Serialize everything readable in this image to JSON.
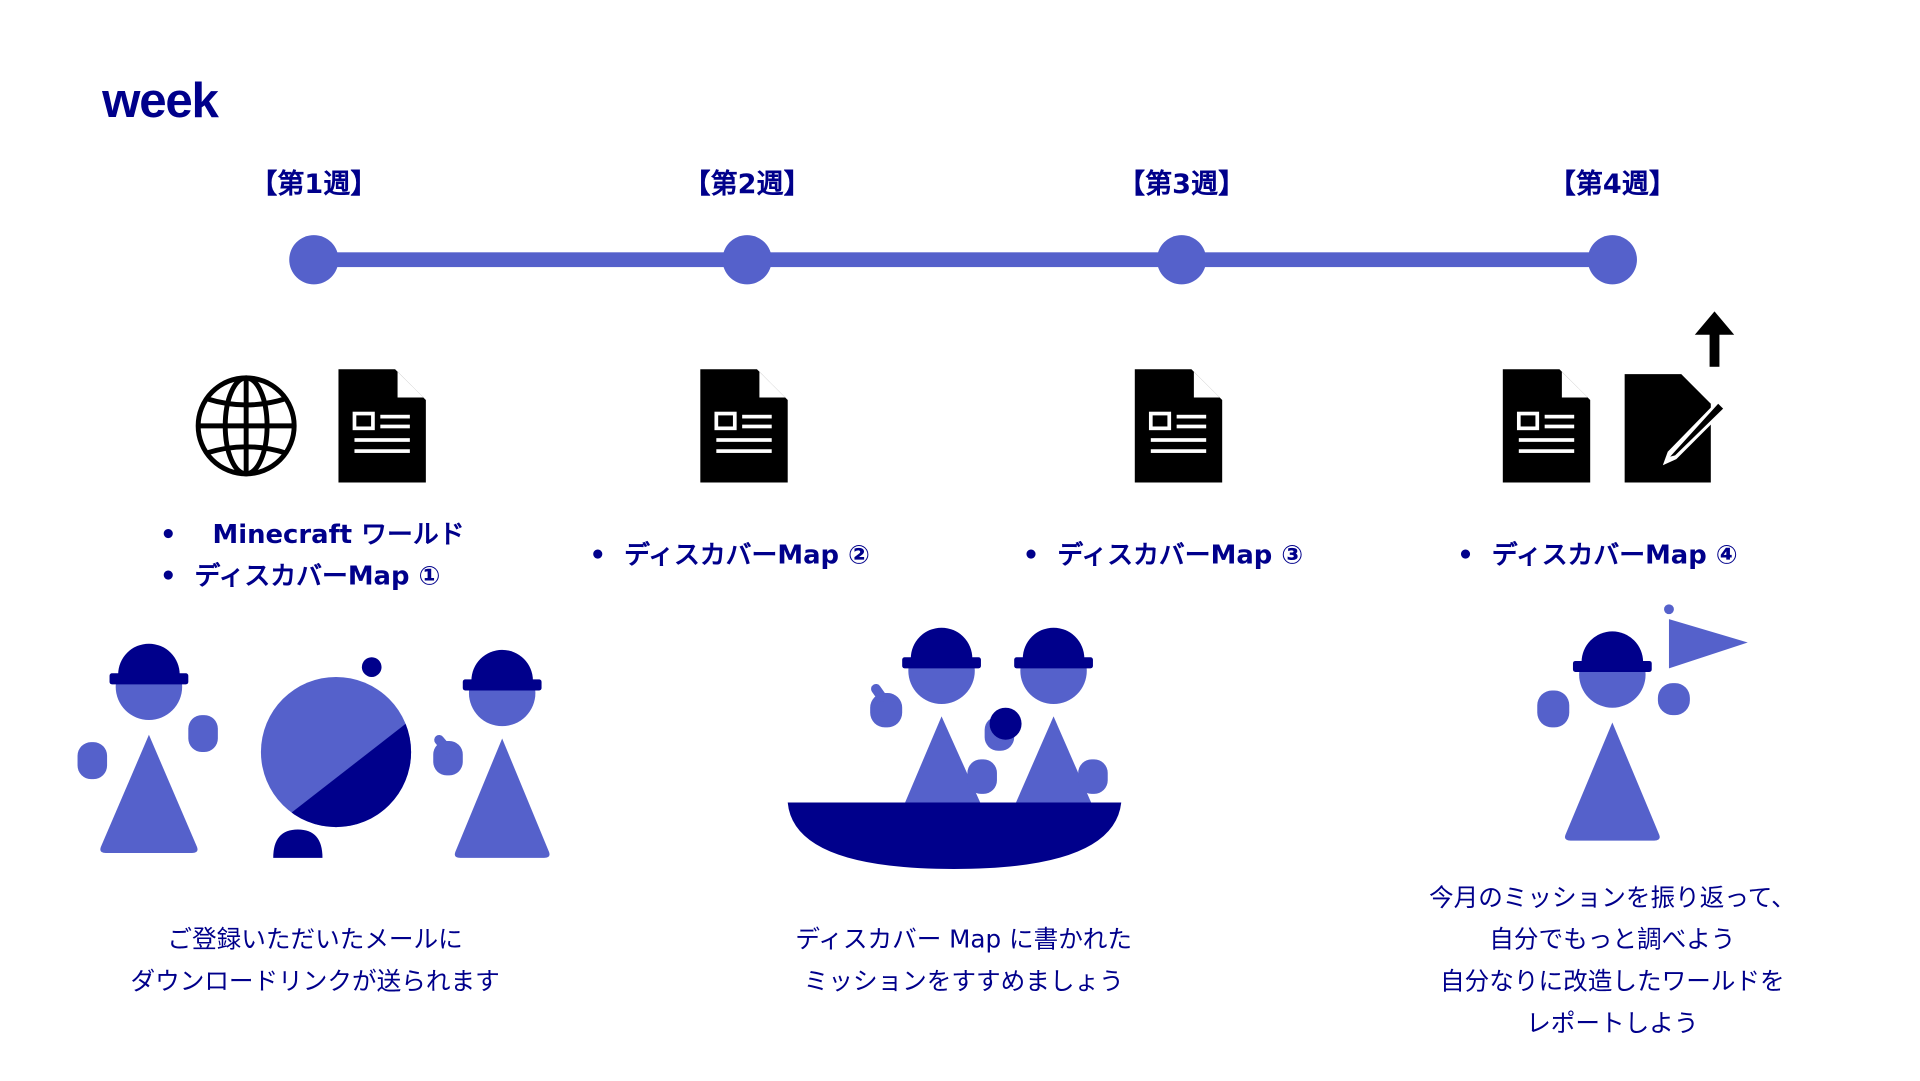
{
  "title": "week",
  "weeks": [
    {
      "label": "【第1週】",
      "items": [
        "Minecraft ワールド",
        "ディスカバーMap ①"
      ],
      "description": [
        "ご登録いただいたメールに",
        "ダウンロードリンクが送られます"
      ]
    },
    {
      "label": "【第2週】",
      "items": [
        "ディスカバーMap ②"
      ],
      "description": [
        "ディスカバー Map に書かれた",
        "ミッションをすすめましょう"
      ]
    },
    {
      "label": "【第3週】",
      "items": [
        "ディスカバーMap ③"
      ]
    },
    {
      "label": "【第4週】",
      "items": [
        "ディスカバーMap ④"
      ],
      "description": [
        "今月のミッションを振り返って、",
        "自分でもっと調べよう",
        "自分なりに改造したワールドを",
        "レポートしよう"
      ]
    }
  ],
  "bullet": "•",
  "colors": {
    "dark": "#00008b",
    "medium": "#5561cb",
    "icon": "#000000"
  }
}
